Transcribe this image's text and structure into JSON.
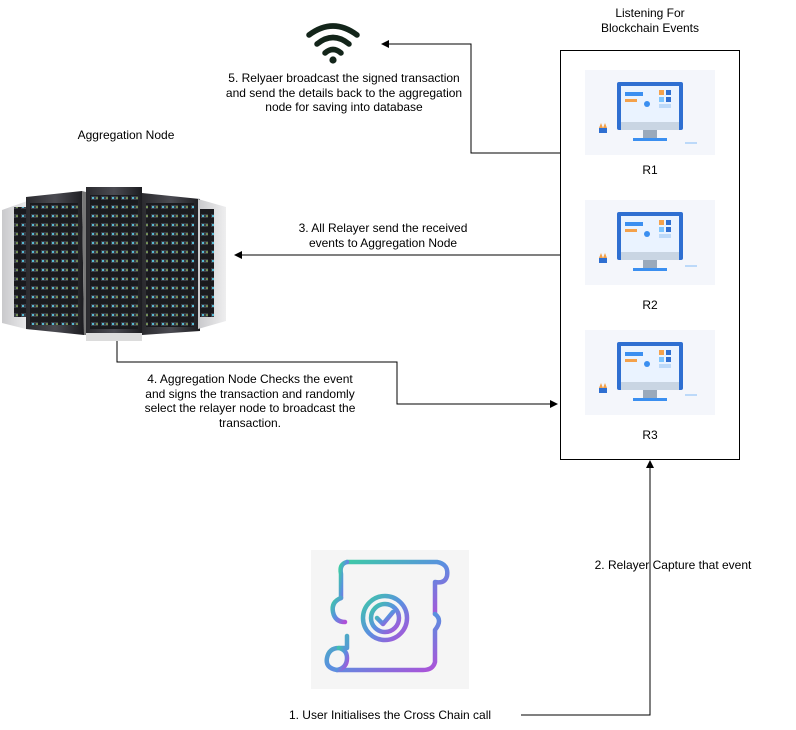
{
  "title": "Listening For\nBlockchain Events",
  "aggregation_node_label": "Aggregation Node",
  "relayers": [
    {
      "label": "R1"
    },
    {
      "label": "R2"
    },
    {
      "label": "R3"
    }
  ],
  "steps": {
    "step1": "1. User Initialises the Cross Chain call",
    "step2": "2. Relayer Capture that event",
    "step3": "3. All Relayer send the received\nevents to Aggregation Node",
    "step4": "4. Aggregation Node Checks the event\nand signs the transaction and randomly\nselect the relayer node to broadcast the\ntransaction.",
    "step5": "5. Relyaer broadcast the signed transaction\nand send the details back to the aggregation\nnode for saving into database"
  },
  "icons": {
    "broadcast": "wifi-icon",
    "aggregation": "server-rack-icon",
    "relayer": "desktop-monitor-icon",
    "user_call": "certificate-document-icon"
  },
  "colors": {
    "line": "#000000",
    "wifi": "#13251a",
    "monitor_blue": "#3b8ff0",
    "doc_gradient_start": "#3ec9a7",
    "doc_gradient_end": "#b04fd8"
  }
}
